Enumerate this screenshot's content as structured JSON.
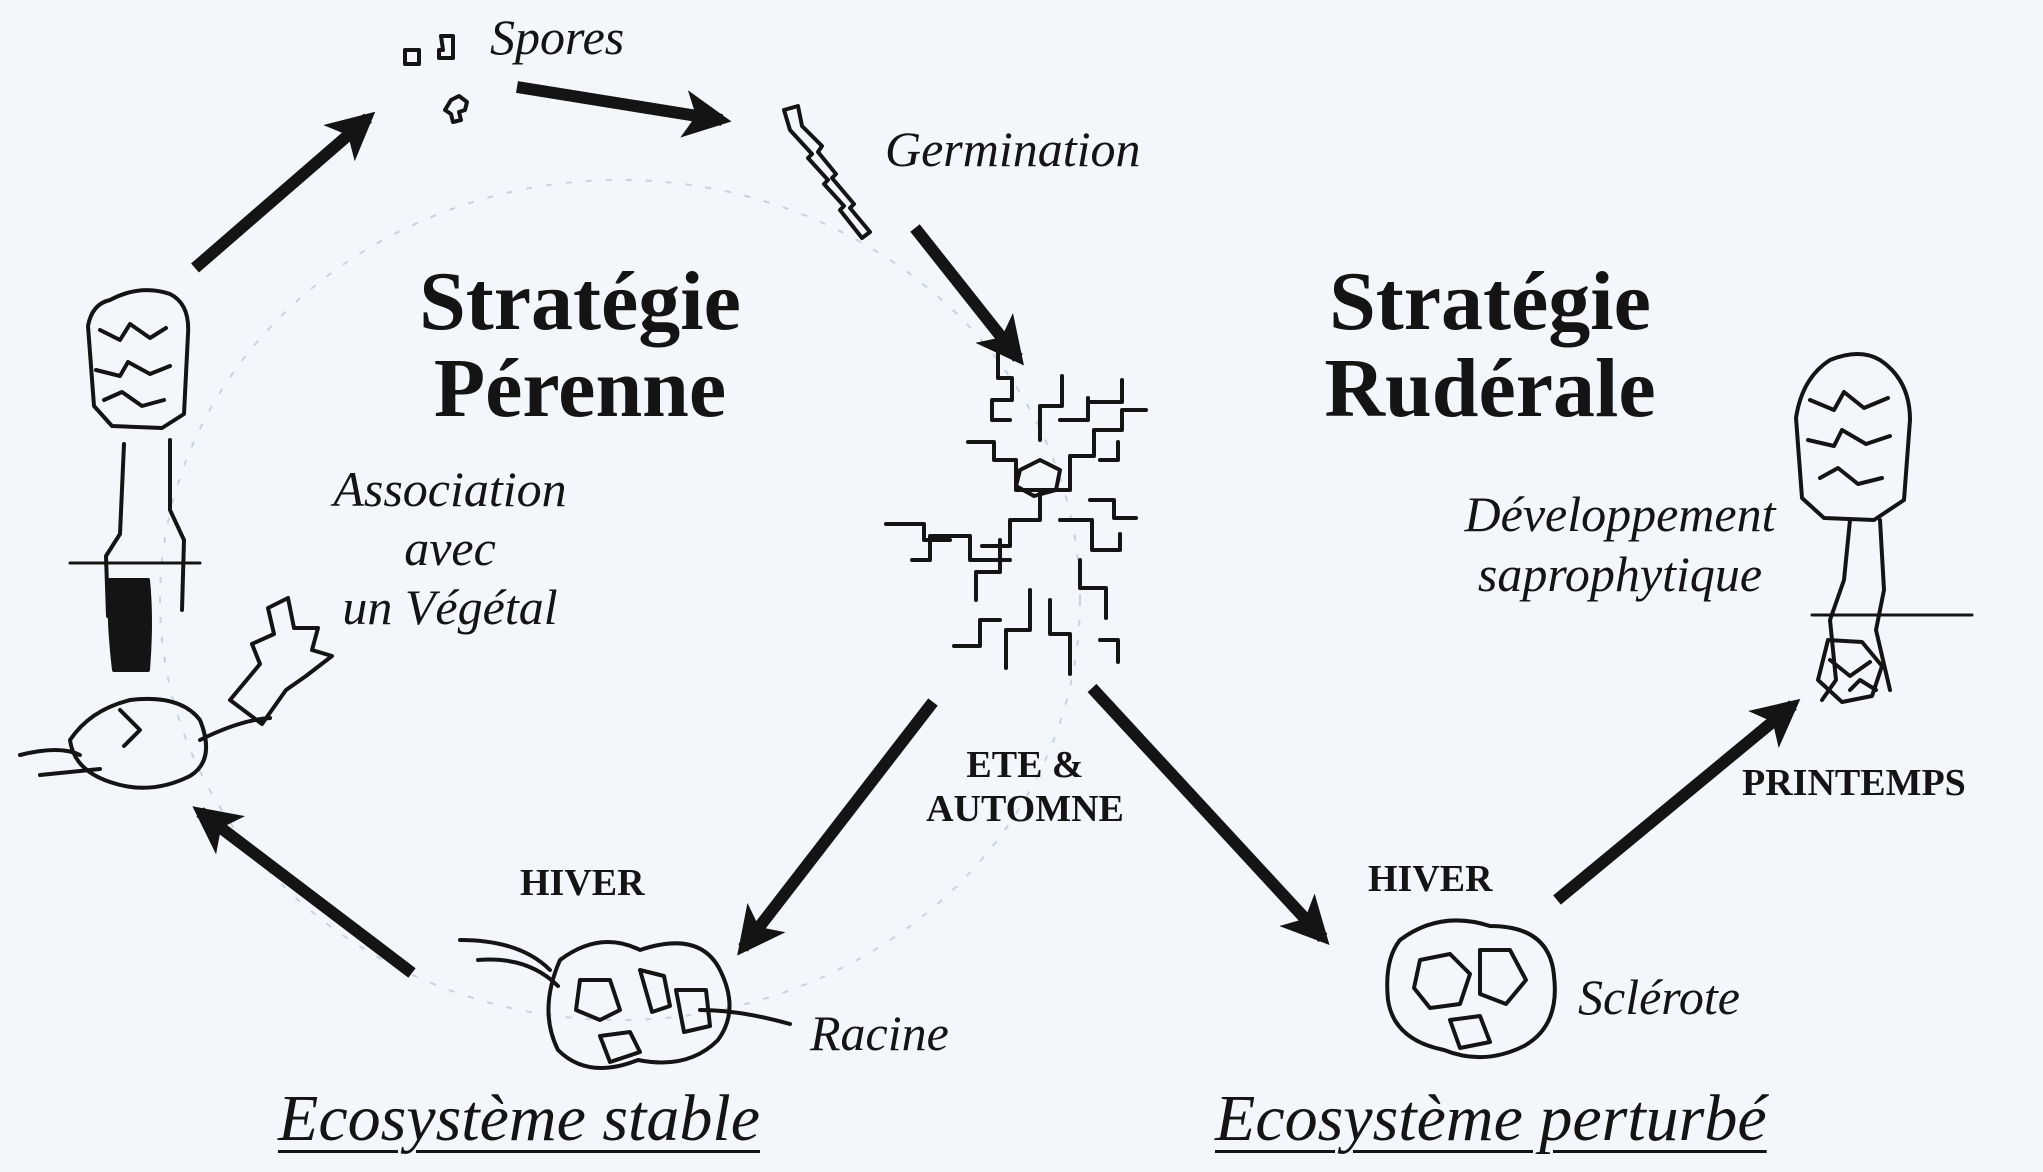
{
  "labels": {
    "spores": "Spores",
    "germination": "Germination",
    "perenne_title_1": "Stratégie",
    "perenne_title_2": "Pérenne",
    "association_1": "Association",
    "association_2": "avec",
    "association_3": "un Végétal",
    "ruderale_title_1": "Stratégie",
    "ruderale_title_2": "Rudérale",
    "developpement_1": "Développement",
    "developpement_2": "saprophytique",
    "ete_1": "ETE &",
    "ete_2": "AUTOMNE",
    "hiver_left": "HIVER",
    "hiver_right": "HIVER",
    "printemps": "PRINTEMPS",
    "racine": "Racine",
    "sclerote": "Sclérote",
    "eco_stable": "Ecosystème stable",
    "eco_perturbe": "Ecosystème perturbé"
  },
  "colors": {
    "ink": "#141414",
    "paper": "#f3f7fb"
  }
}
